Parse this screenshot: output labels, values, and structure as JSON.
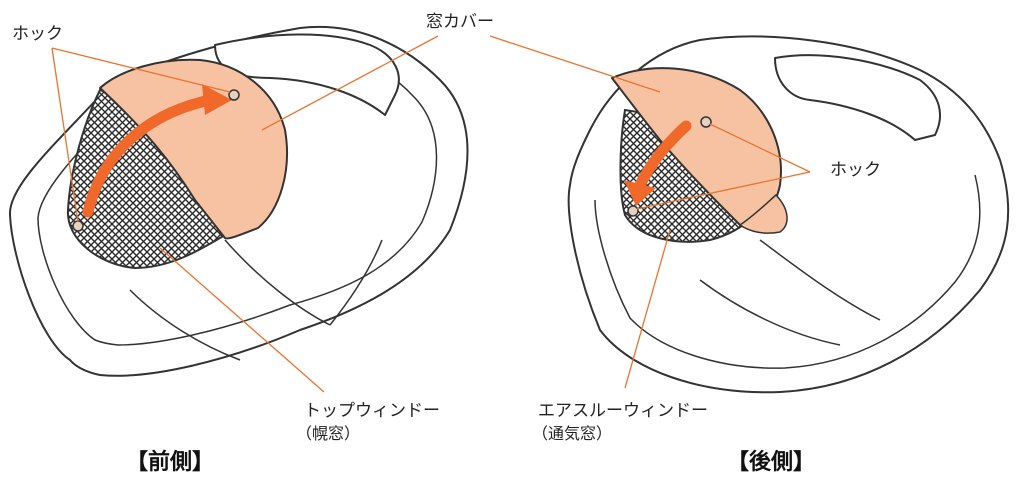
{
  "labels": {
    "hook": "ホック",
    "window_cover": "窓カバー",
    "top_window": "トップウィンドー",
    "top_window_sub": "（幌窓）",
    "air_through_window": "エアスルーウィンドー",
    "air_through_window_sub": "（通気窓）"
  },
  "captions": {
    "front": "【前側】",
    "rear": "【後側】"
  },
  "colors": {
    "cover_fill": "#f7c2a2",
    "arrow": "#f0682a",
    "leader": "#e8742e",
    "outline": "#333333",
    "mesh": "#2a2a2a"
  }
}
